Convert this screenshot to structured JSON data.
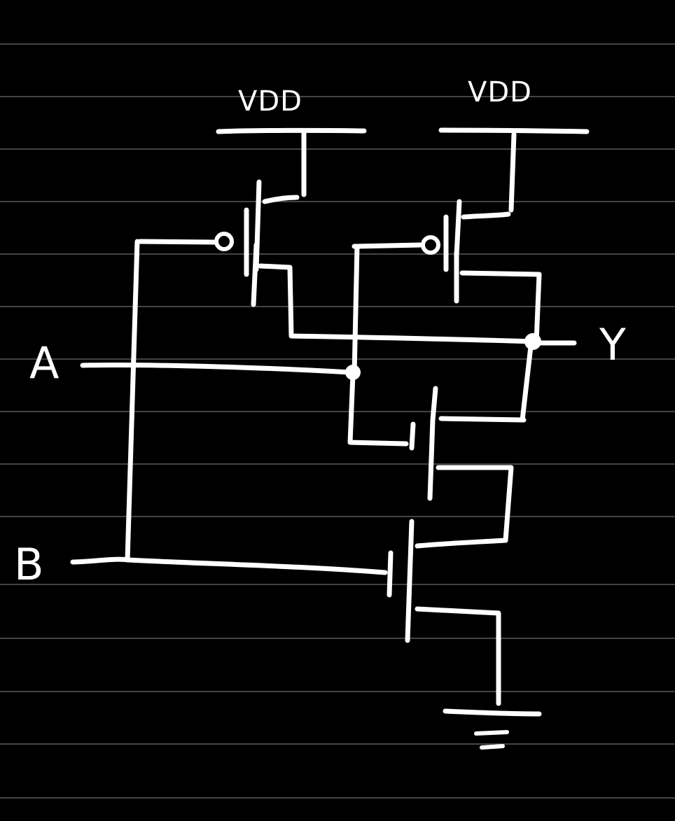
{
  "labels": {
    "vdd_left": "VDD",
    "vdd_right": "VDD",
    "input_a": "A",
    "input_b": "B",
    "output_y": "Y"
  },
  "colors": {
    "background": "#000000",
    "ink": "#ffffff",
    "ruling": "#5a5a5a"
  },
  "icons": {
    "ground": "ground-symbol-icon",
    "pmos": "pmos-transistor-icon",
    "nmos": "nmos-transistor-icon",
    "junction": "junction-dot-icon"
  }
}
